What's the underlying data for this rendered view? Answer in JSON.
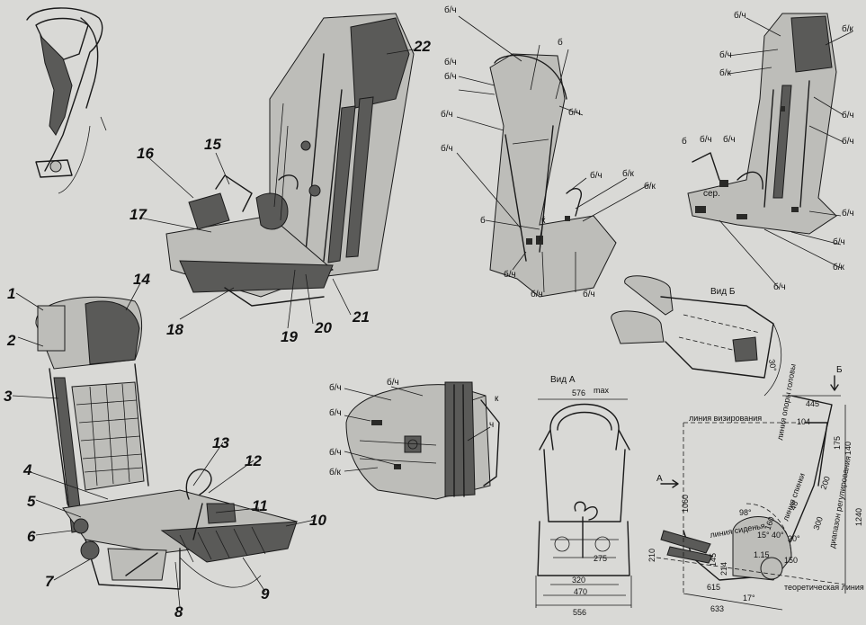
{
  "callouts": [
    "1",
    "2",
    "3",
    "4",
    "5",
    "6",
    "7",
    "8",
    "9",
    "10",
    "11",
    "12",
    "13",
    "14",
    "15",
    "16",
    "17",
    "18",
    "19",
    "20",
    "21",
    "22"
  ],
  "marks": {
    "bch": "б/ч",
    "bk": "б/к",
    "b": "б",
    "k": "к",
    "ch": "ч",
    "ser": "сер."
  },
  "views": {
    "view_a": "Вид А",
    "view_b": "Вид Б",
    "arrow_a": "А",
    "arrow_b": "Б"
  },
  "front_dims": {
    "max_width": "576",
    "max": "max",
    "d320": "320",
    "d470": "470",
    "d556": "556",
    "d275": "275"
  },
  "view_b_angle": "30°",
  "side_labels": {
    "sight_line": "линия визирования",
    "head_line": "линия опоры головы",
    "hip_line": "линия спинки",
    "seat_line": "линия сиденья",
    "adjust": "диапазон регулирования",
    "floor": "теоретическая линия пола"
  },
  "side_dims": {
    "d445": "445",
    "d104": "104",
    "d175": "175",
    "d140": "140",
    "d1060": "1060",
    "d1240": "1240",
    "d98": "98°",
    "d200": "200",
    "d300": "300",
    "d48": "48",
    "d160": "160",
    "d15": "15°",
    "d40": "40°",
    "d20": "20°",
    "d210": "210",
    "d214": "214",
    "d145": "145",
    "d115": "1.15",
    "d17": "17°",
    "d633": "633",
    "d615": "615",
    "d150": "150"
  }
}
